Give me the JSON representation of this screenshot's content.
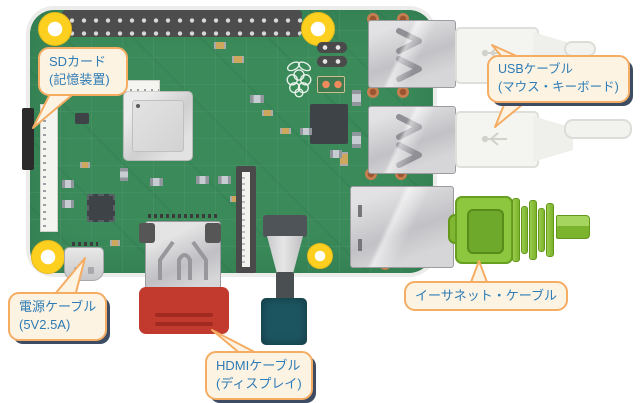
{
  "labels": {
    "sd_card": {
      "line1": "SDカード",
      "line2": "(記憶装置)"
    },
    "usb": {
      "line1": "USBケーブル",
      "line2": "(マウス・キーボード)"
    },
    "power": {
      "line1": "電源ケーブル",
      "line2": "(5V2.5A)"
    },
    "hdmi": {
      "line1": "HDMIケーブル",
      "line2": "(ディスプレイ)"
    },
    "ethernet": {
      "line1": "イーサネット・ケーブル"
    }
  },
  "icons": {
    "raspberry_pi_logo": "raspberry-outline",
    "usb_symbol": "usb-trident"
  },
  "colors": {
    "board_green": "#3a8a5a",
    "callout_bg": "#fdf3e3",
    "callout_border": "#f5ac63",
    "callout_text": "#2e7cb5",
    "callout_shadow": "#3e4c63",
    "mount_hole_yellow": "#fdd020",
    "hdmi_plug_red": "#c23a2e",
    "ethernet_green": "#8dc63f",
    "audio_plug_teal": "#1c5560",
    "port_silver": "#c9c9cd",
    "gpio_dark": "#4d4d4d"
  }
}
